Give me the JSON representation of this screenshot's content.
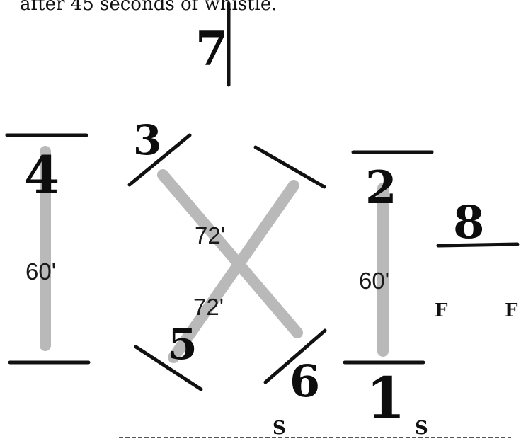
{
  "header_text": "after 45 seconds of whistle.",
  "colors": {
    "line": "#111111",
    "court": "#b9b9b9",
    "text": "#111111",
    "dashed": "#555555"
  },
  "positions": [
    {
      "id": "pos-1",
      "label": "1"
    },
    {
      "id": "pos-2",
      "label": "2"
    },
    {
      "id": "pos-3",
      "label": "3"
    },
    {
      "id": "pos-4",
      "label": "4"
    },
    {
      "id": "pos-5",
      "label": "5"
    },
    {
      "id": "pos-6",
      "label": "6"
    },
    {
      "id": "pos-7",
      "label": "7"
    },
    {
      "id": "pos-8",
      "label": "8"
    }
  ],
  "distances": {
    "left": "60'",
    "right": "60'",
    "diag_upper": "72'",
    "diag_lower": "72'"
  },
  "markers": {
    "f_left": "F",
    "f_right": "F",
    "s_left": "S",
    "s_right": "S"
  }
}
